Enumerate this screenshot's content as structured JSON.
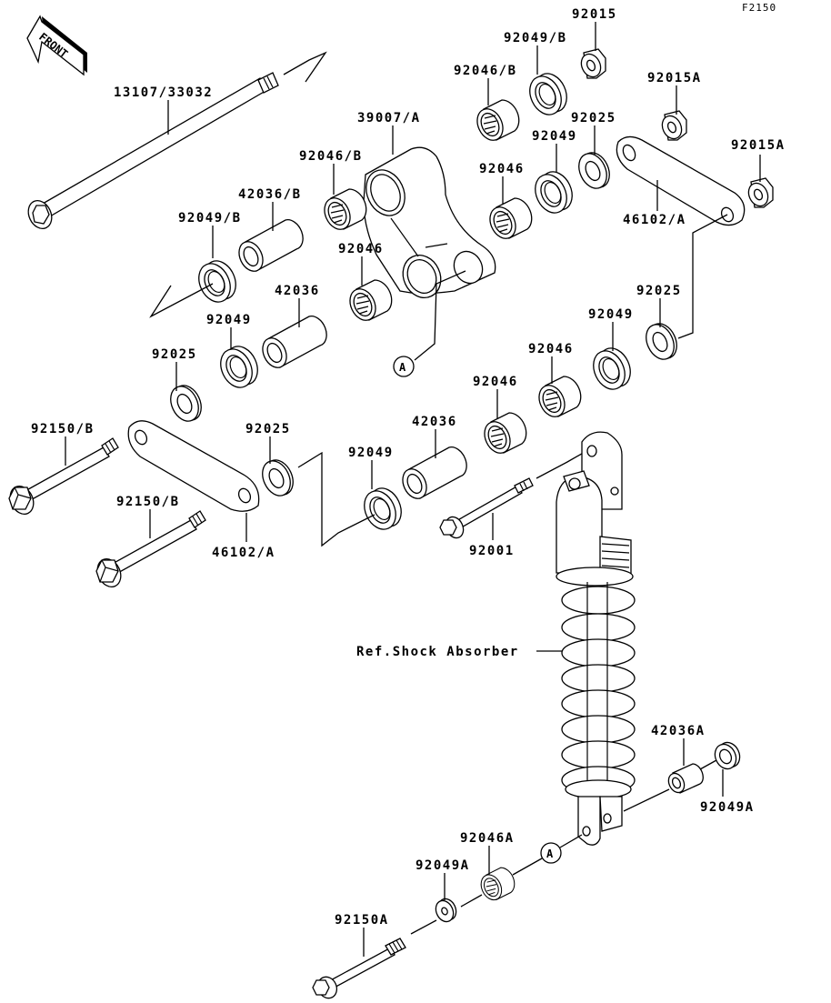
{
  "diagram": {
    "figure_code": "F2150",
    "front_arrow_label": "FRONT",
    "callout_marker": "A",
    "reference_label": "Ref.Shock Absorber",
    "parts": [
      {
        "id": "p1",
        "label": "13107/33032",
        "kind": "long-bolt"
      },
      {
        "id": "p2",
        "label": "39007/A",
        "kind": "rocker-arm"
      },
      {
        "id": "p3",
        "label": "92046/B",
        "kind": "needle-bearing"
      },
      {
        "id": "p4",
        "label": "42036/B",
        "kind": "sleeve"
      },
      {
        "id": "p5",
        "label": "92049/B",
        "kind": "oil-seal"
      },
      {
        "id": "p6",
        "label": "92046",
        "kind": "needle-bearing"
      },
      {
        "id": "p7",
        "label": "42036",
        "kind": "sleeve"
      },
      {
        "id": "p8",
        "label": "92049",
        "kind": "oil-seal"
      },
      {
        "id": "p9",
        "label": "92025",
        "kind": "washer"
      },
      {
        "id": "p10",
        "label": "92046/B",
        "kind": "needle-bearing"
      },
      {
        "id": "p11",
        "label": "92049/B",
        "kind": "oil-seal"
      },
      {
        "id": "p12",
        "label": "92015",
        "kind": "flange-nut"
      },
      {
        "id": "p13",
        "label": "92015A",
        "kind": "flange-nut"
      },
      {
        "id": "p14",
        "label": "92025",
        "kind": "washer"
      },
      {
        "id": "p15",
        "label": "92049",
        "kind": "oil-seal"
      },
      {
        "id": "p16",
        "label": "92046",
        "kind": "needle-bearing"
      },
      {
        "id": "p17",
        "label": "46102/A",
        "kind": "tie-rod"
      },
      {
        "id": "p18",
        "label": "92015A",
        "kind": "flange-nut"
      },
      {
        "id": "p19",
        "label": "92025",
        "kind": "washer"
      },
      {
        "id": "p20",
        "label": "92049",
        "kind": "oil-seal"
      },
      {
        "id": "p21",
        "label": "92046",
        "kind": "needle-bearing"
      },
      {
        "id": "p22",
        "label": "92046",
        "kind": "needle-bearing"
      },
      {
        "id": "p23",
        "label": "42036",
        "kind": "sleeve"
      },
      {
        "id": "p24",
        "label": "92049",
        "kind": "oil-seal"
      },
      {
        "id": "p25",
        "label": "92025",
        "kind": "washer"
      },
      {
        "id": "p26",
        "label": "92150/B",
        "kind": "bolt"
      },
      {
        "id": "p27",
        "label": "92150/B",
        "kind": "bolt"
      },
      {
        "id": "p28",
        "label": "46102/A",
        "kind": "tie-rod"
      },
      {
        "id": "p29",
        "label": "92001",
        "kind": "bolt"
      },
      {
        "id": "p30",
        "label": "42036A",
        "kind": "sleeve"
      },
      {
        "id": "p31",
        "label": "92049A",
        "kind": "oil-seal"
      },
      {
        "id": "p32",
        "label": "92046A",
        "kind": "needle-bearing"
      },
      {
        "id": "p33",
        "label": "92049A",
        "kind": "oil-seal"
      },
      {
        "id": "p34",
        "label": "92150A",
        "kind": "bolt"
      }
    ]
  }
}
